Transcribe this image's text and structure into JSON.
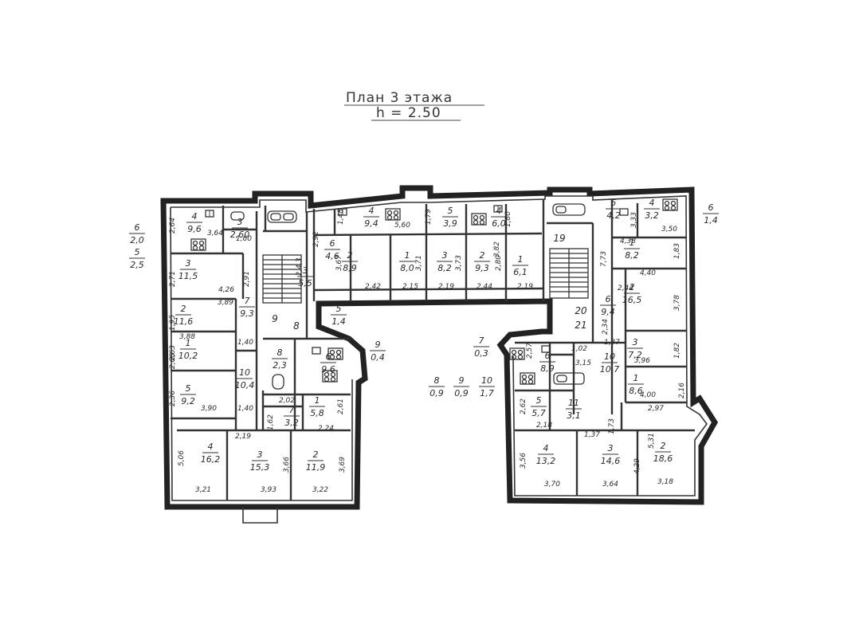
{
  "title": "План 3 этажа",
  "height_label": "h = 2.50",
  "rooms": [
    {
      "num": "4",
      "area": "9,6"
    },
    {
      "num": "3",
      "area": "2,60"
    },
    {
      "num": "4",
      "area": "9,4"
    },
    {
      "num": "5",
      "area": "3,9"
    },
    {
      "num": "4",
      "area": "6,0"
    },
    {
      "num": "5",
      "area": "4,2"
    },
    {
      "num": "4",
      "area": "3,2"
    },
    {
      "num": "6",
      "area": "4,6"
    },
    {
      "num": "3",
      "area": "11,5"
    },
    {
      "num": "3",
      "area": "5,5"
    },
    {
      "num": "2",
      "area": "8,9"
    },
    {
      "num": "1",
      "area": "8,0"
    },
    {
      "num": "3",
      "area": "8,2"
    },
    {
      "num": "2",
      "area": "9,3"
    },
    {
      "num": "1",
      "area": "6,1"
    },
    {
      "num": "1",
      "area": "8,2"
    },
    {
      "num": "2",
      "area": "16,5"
    },
    {
      "num": "7",
      "area": "9,3"
    },
    {
      "num": "2",
      "area": "11,6"
    },
    {
      "num": "1",
      "area": "10,2"
    },
    {
      "num": "5",
      "area": "9,2"
    },
    {
      "num": "10",
      "area": "10,4"
    },
    {
      "num": "8",
      "area": "2,3"
    },
    {
      "num": "6",
      "area": "9,6"
    },
    {
      "num": "1",
      "area": "5,8"
    },
    {
      "num": "7",
      "area": "3,2"
    },
    {
      "num": "4",
      "area": "16,2"
    },
    {
      "num": "3",
      "area": "15,3"
    },
    {
      "num": "2",
      "area": "11,9"
    },
    {
      "num": "5",
      "area": "1,4"
    },
    {
      "num": "9",
      "area": "0,4"
    },
    {
      "num": "7",
      "area": "0,3"
    },
    {
      "num": "8",
      "area": "0,9"
    },
    {
      "num": "9",
      "area": "0,9"
    },
    {
      "num": "10",
      "area": "1,7"
    },
    {
      "num": "6",
      "area": "9,4"
    },
    {
      "num": "6",
      "area": "8,9"
    },
    {
      "num": "10",
      "area": "10,7"
    },
    {
      "num": "3",
      "area": "7,2"
    },
    {
      "num": "1",
      "area": "8,6"
    },
    {
      "num": "5",
      "area": "5,7"
    },
    {
      "num": "11",
      "area": "3,1"
    },
    {
      "num": "4",
      "area": "13,2"
    },
    {
      "num": "3",
      "area": "14,6"
    },
    {
      "num": "2",
      "area": "18,6"
    }
  ],
  "side_labels": [
    {
      "num": "6",
      "area": "2,0"
    },
    {
      "num": "5",
      "area": "2,5"
    },
    {
      "num": "6",
      "area": "1,4"
    }
  ],
  "plain_numbers": [
    "9",
    "8",
    "19",
    "20",
    "21"
  ],
  "dimensions": [
    "2,64",
    "3,64",
    "1,60",
    "2,92",
    "1,48",
    "5,60",
    "1,79",
    "1,80",
    "3,33",
    "3,50",
    "2,71",
    "4,26",
    "2,91",
    "2,4,3",
    "3,67",
    "3,71",
    "3,73",
    "3,82",
    "2,80",
    "7,73",
    "4,38",
    "1,83",
    "1,95",
    "3,89",
    "2,68",
    "2,42",
    "2,15",
    "2,19",
    "2,44",
    "2,19",
    "4,40",
    "2,44",
    "3,78",
    "3,88",
    "1,40",
    "2,34",
    "1,37",
    "1,82",
    "2,63",
    "3,96",
    "2,36",
    "3,90",
    "1,40",
    "2,02",
    "2,61",
    "1,62",
    "2,24",
    "2,19",
    "1,02",
    "3,15",
    "4,00",
    "2,16",
    "2,62",
    "2,97",
    "2,18",
    "1,37",
    "1,73",
    "5,06",
    "3,66",
    "3,69",
    "3,56",
    "4,29",
    "5,31",
    "3,21",
    "3,93",
    "3,22",
    "3,70",
    "3,64",
    "3,18",
    "2,57"
  ],
  "fixtures": {
    "stove_icon": "stove-icon",
    "sink_icon": "sink-icon",
    "bathtub_icon": "bathtub-icon",
    "toilet_icon": "toilet-icon"
  }
}
